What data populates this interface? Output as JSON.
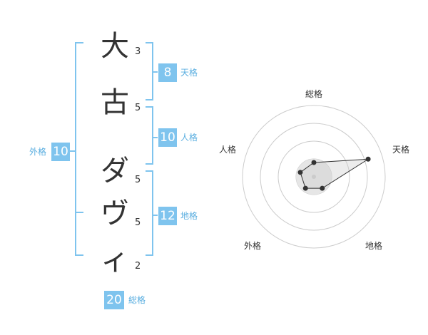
{
  "name": {
    "characters": [
      {
        "char": "大",
        "strokes": "3"
      },
      {
        "char": "古",
        "strokes": "5"
      },
      {
        "char": "ダ",
        "strokes": "5"
      },
      {
        "char": "ヴ",
        "strokes": "5"
      },
      {
        "char": "ィ",
        "strokes": "2"
      }
    ]
  },
  "fortune": {
    "tenkaku": {
      "value": "8",
      "label": "天格"
    },
    "jinkaku": {
      "value": "10",
      "label": "人格"
    },
    "chikaku": {
      "value": "12",
      "label": "地格"
    },
    "gaikaku": {
      "value": "10",
      "label": "外格"
    },
    "soukaku": {
      "value": "20",
      "label": "総格"
    }
  },
  "chart_data": {
    "type": "radar",
    "axes": [
      "総格",
      "天格",
      "地格",
      "外格",
      "人格"
    ],
    "values": [
      1,
      4,
      1,
      1,
      1
    ],
    "max": 5,
    "rings": 4
  },
  "colors": {
    "accent": "#7fc4ee",
    "text": "#333333",
    "label": "#5aaee0",
    "ring": "#cccccc",
    "fill": "#e6e6e6",
    "point": "#333333"
  }
}
